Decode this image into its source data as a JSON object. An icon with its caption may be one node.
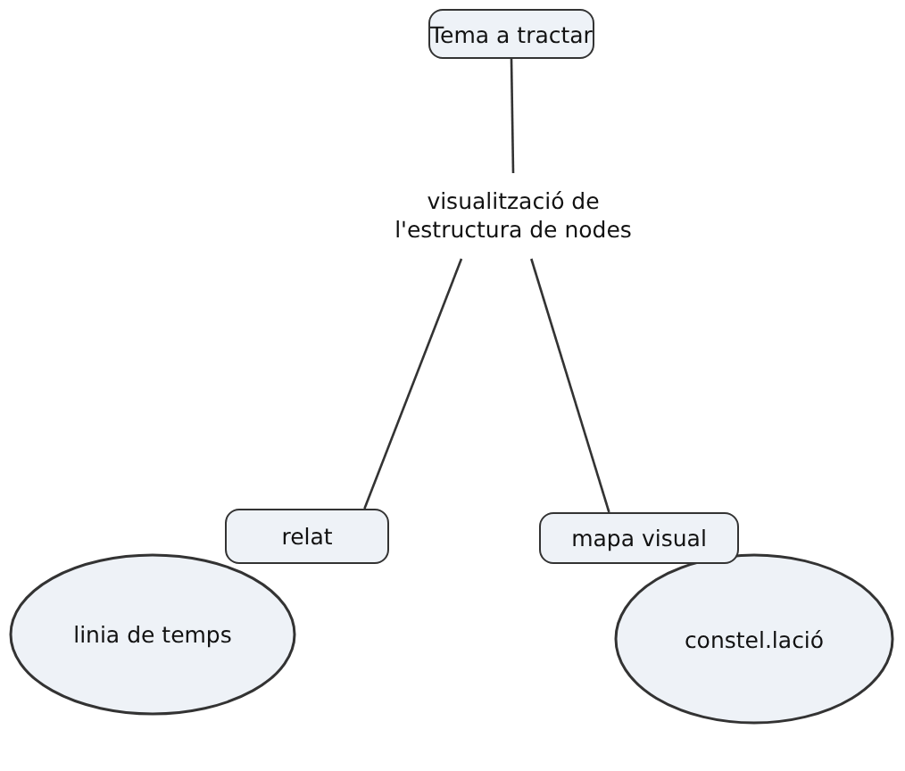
{
  "diagram": {
    "nodes": [
      {
        "text": [
          "Tema a tractar"
        ]
      },
      {
        "text": [
          "visualització de l'estructura de nodes"
        ]
      },
      {
        "text": [
          "relat"
        ]
      },
      {
        "text": [
          "mapa visual"
        ]
      },
      {
        "text": [
          "linia de temps"
        ]
      },
      {
        "text": [
          "constel.lació"
        ]
      }
    ],
    "edges": [
      {
        "from": 0,
        "to": 1,
        "arrow": "none"
      },
      {
        "from": 1,
        "to": 2,
        "arrow": "none"
      },
      {
        "from": 1,
        "to": 3,
        "arrow": "none"
      }
    ]
  }
}
